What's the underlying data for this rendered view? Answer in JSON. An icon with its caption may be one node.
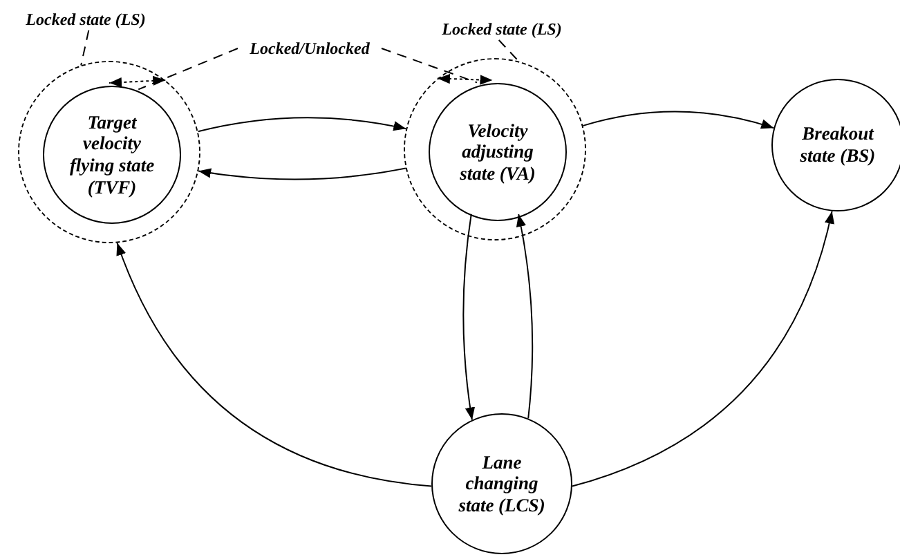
{
  "diagram": {
    "nodes": [
      {
        "text": [
          "Locked state (LS)"
        ]
      },
      {
        "text": [],
        "shape": "circle"
      },
      {
        "text": [
          "Target velocity flying state (TVF)"
        ],
        "in": 1
      },
      {
        "text": [
          "Locked state (LS)"
        ]
      },
      {
        "text": [],
        "shape": "circle"
      },
      {
        "text": [
          "Velocity adjusting state (VA)"
        ],
        "in": 4
      },
      {
        "text": [
          "Breakout state (BS)"
        ]
      },
      {
        "text": [
          "Lane changing state (LCS)"
        ]
      },
      {
        "text": [
          "Locked/Unlocked"
        ]
      }
    ],
    "edges": [
      {
        "from": 0,
        "to": 1,
        "arrow": "none",
        "style": "dashed"
      },
      {
        "from": 3,
        "to": 4,
        "arrow": "none",
        "style": "dashed"
      },
      {
        "from": 1,
        "to": 2,
        "arrow": "both",
        "style": "dashed"
      },
      {
        "from": 4,
        "to": 5,
        "arrow": "both",
        "style": "dashed"
      },
      {
        "from": 8,
        "to": 2,
        "arrow": "none",
        "style": "dashed"
      },
      {
        "from": 8,
        "to": 5,
        "arrow": "none",
        "style": "dashed"
      },
      {
        "from": 1,
        "to": 4,
        "arrow": "to"
      },
      {
        "from": 4,
        "to": 1,
        "arrow": "to"
      },
      {
        "from": 4,
        "to": 6,
        "arrow": "to"
      },
      {
        "from": 5,
        "to": 7,
        "arrow": "to"
      },
      {
        "from": 7,
        "to": 5,
        "arrow": "to"
      },
      {
        "from": 7,
        "to": 1,
        "arrow": "to"
      },
      {
        "from": 7,
        "to": 6,
        "arrow": "to"
      }
    ]
  }
}
